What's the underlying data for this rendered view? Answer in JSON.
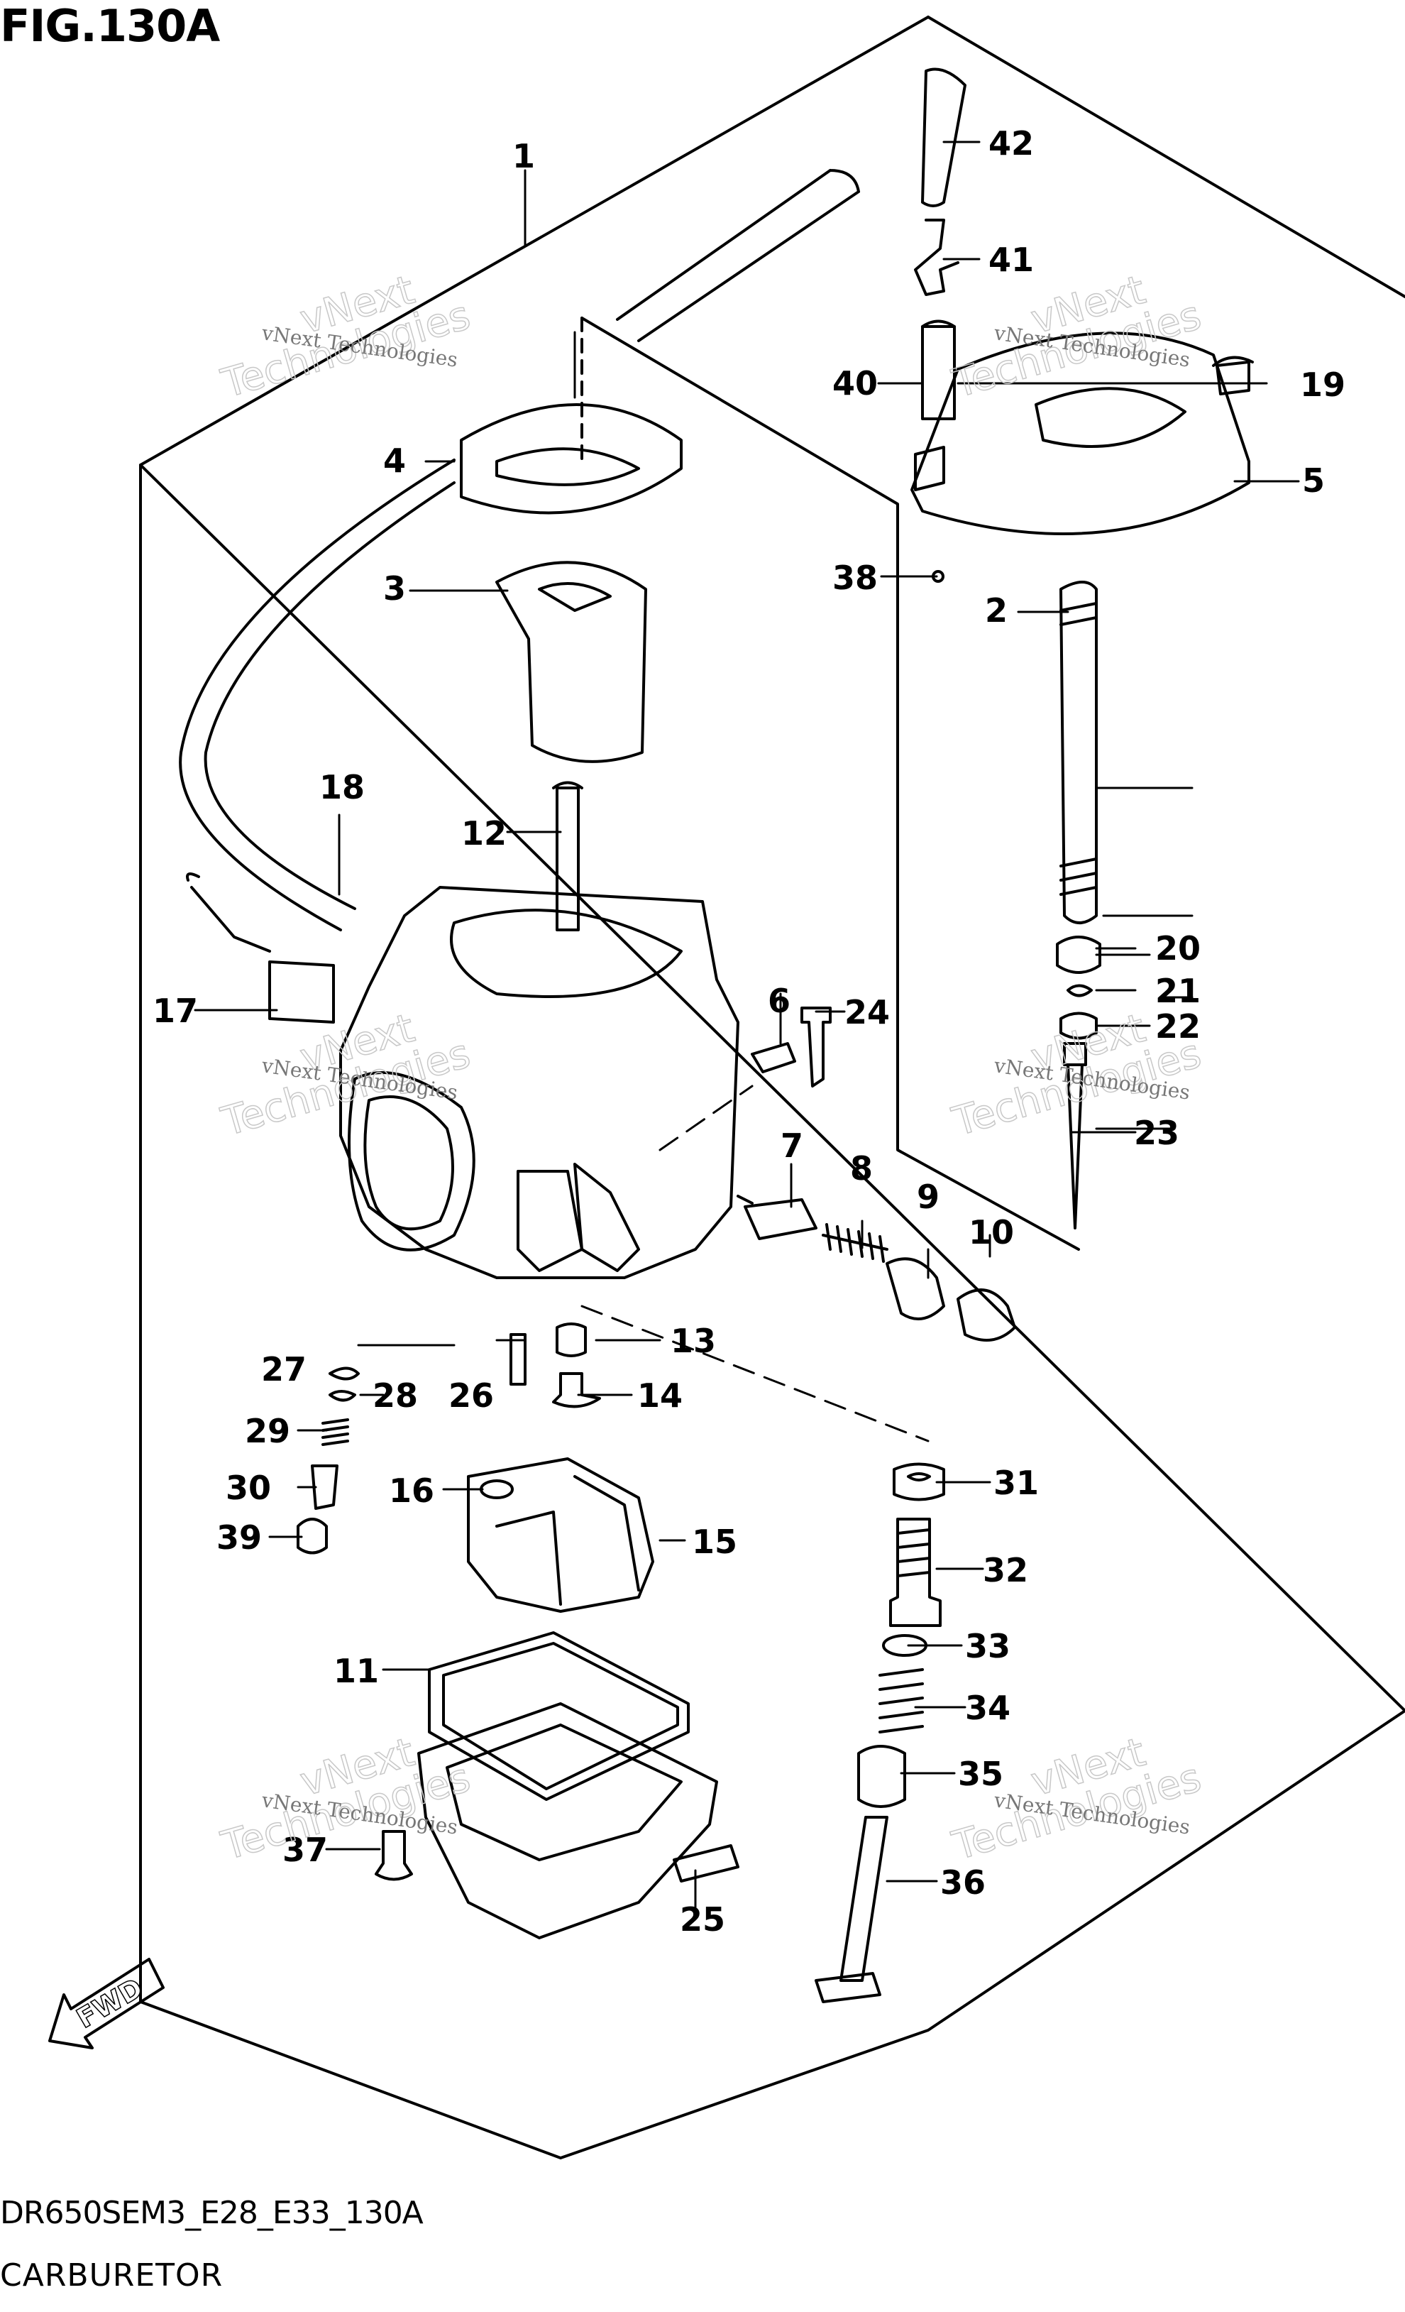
{
  "figure": {
    "title": "FIG.130A",
    "code": "DR650SEM3_E28_E33_130A",
    "name": "CARBURETOR",
    "fwd": "FWD"
  },
  "watermark": {
    "line1": "vNext Technologies",
    "line2": "Technologies",
    "line3": "vNext"
  },
  "callouts": [
    "1",
    "2",
    "3",
    "4",
    "5",
    "6",
    "7",
    "8",
    "9",
    "10",
    "11",
    "12",
    "13",
    "14",
    "15",
    "16",
    "17",
    "18",
    "19",
    "20",
    "21",
    "22",
    "23",
    "24",
    "25",
    "26",
    "27",
    "28",
    "29",
    "30",
    "31",
    "32",
    "33",
    "34",
    "35",
    "36",
    "37",
    "38",
    "39",
    "40",
    "41",
    "42"
  ]
}
